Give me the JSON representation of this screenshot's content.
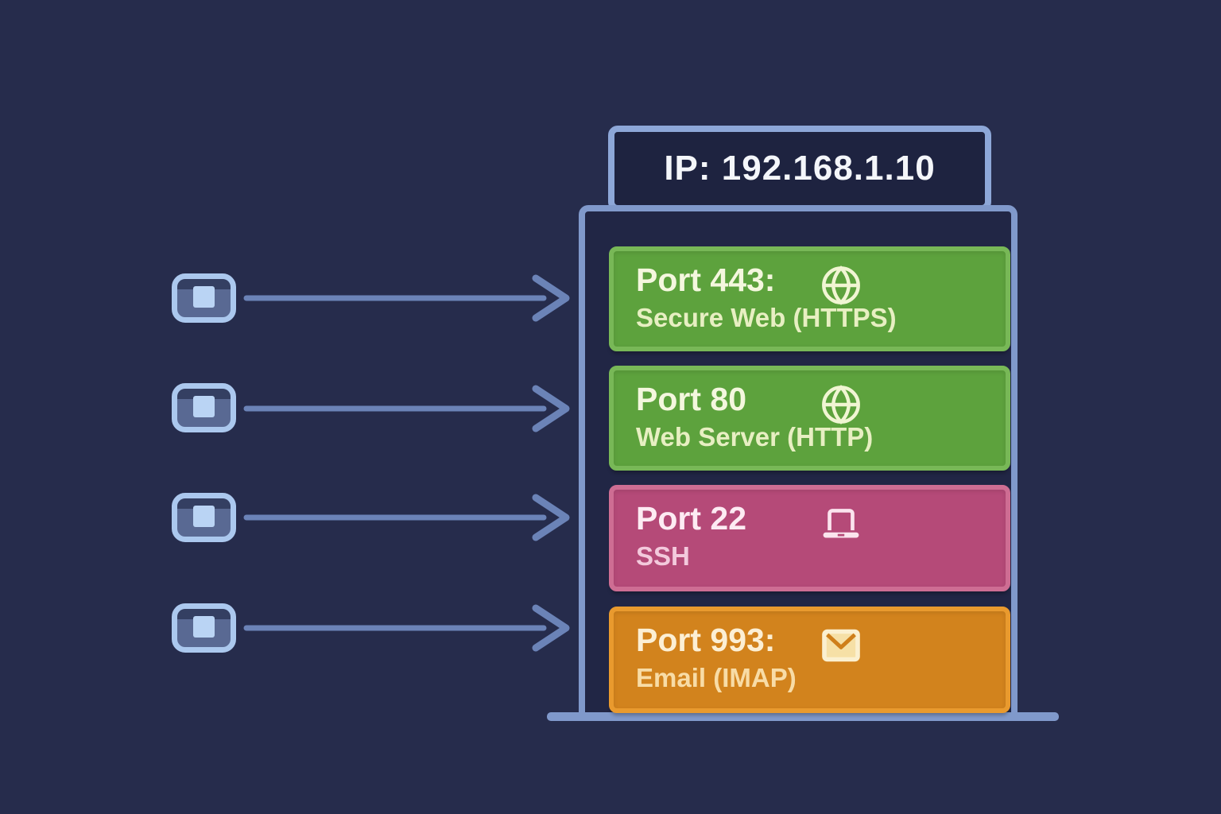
{
  "title_box": {
    "label": "IP: 192.168.1.10"
  },
  "server": {
    "ports": [
      {
        "title": "Port 443:",
        "subtitle": "Secure Web (HTTPS)",
        "icon": "globe-icon",
        "color": "#5da23d",
        "border_color": "#78b857"
      },
      {
        "title": "Port 80",
        "subtitle": "Web Server (HTTP)",
        "icon": "globe-icon",
        "color": "#5da23d",
        "border_color": "#78b857"
      },
      {
        "title": "Port 22",
        "subtitle": "SSH",
        "icon": "laptop-icon",
        "color": "#b54a78",
        "border_color": "#ce6d93"
      },
      {
        "title": "Port 993:",
        "subtitle": "Email (IMAP)",
        "icon": "mail-icon",
        "color": "#d2831d",
        "border_color": "#e99a2e"
      }
    ]
  },
  "clients": {
    "count": 4,
    "icon": "client-device-icon"
  },
  "icons": {
    "arrow": "arrow-right-icon",
    "globe": "globe-icon",
    "laptop": "laptop-icon",
    "mail": "mail-icon"
  },
  "colors": {
    "background": "#262c4c",
    "frame_border": "#8099cb",
    "ip_box_border": "#8da7d8",
    "panel_fill": "#212645",
    "arrow": "#6b83b7",
    "client_border": "#abc8ee",
    "green": "#5da23d",
    "pink": "#b54a78",
    "orange": "#d2831d"
  }
}
